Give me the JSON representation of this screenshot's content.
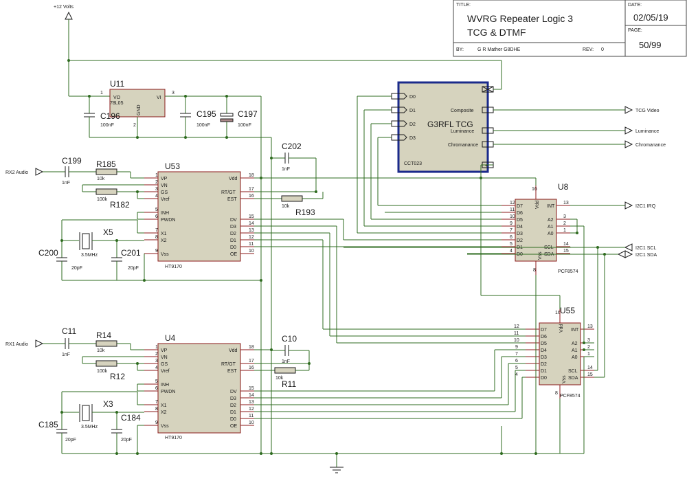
{
  "title_block": {
    "title_caption": "TITLE:",
    "title_line1": "WVRG Repeater Logic 3",
    "title_line2": "TCG & DTMF",
    "by_caption": "BY:",
    "author": "G R Mather G8DHE",
    "rev_caption": "REV:",
    "rev": "0",
    "date_caption": "DATE:",
    "date": "02/05/19",
    "page_caption": "PAGE:",
    "page": "50/99"
  },
  "power": {
    "supply_label": "+12 Volts"
  },
  "regulator": {
    "ref": "U11",
    "part": "78L05",
    "pin_vo": "VO",
    "pin_vi": "VI",
    "pin_gnd": "GND",
    "pin1": "1",
    "pin2": "2",
    "pin3": "3"
  },
  "capacitors": {
    "c196": {
      "ref": "C196",
      "value": "100nF"
    },
    "c195": {
      "ref": "C195",
      "value": "100nF"
    },
    "c197": {
      "ref": "C197",
      "value": "100nF"
    },
    "c199": {
      "ref": "C199",
      "value": "1nF"
    },
    "c202": {
      "ref": "C202",
      "value": "1nF"
    },
    "c200": {
      "ref": "C200",
      "value": "20pF"
    },
    "c201": {
      "ref": "C201",
      "value": "20pF"
    },
    "c11": {
      "ref": "C11",
      "value": "1nF"
    },
    "c10": {
      "ref": "C10",
      "value": "1nF"
    },
    "c185": {
      "ref": "C185",
      "value": "20pF"
    },
    "c184": {
      "ref": "C184",
      "value": "20pF"
    }
  },
  "resistors": {
    "r185": {
      "ref": "R185",
      "value": "10k"
    },
    "r182": {
      "ref": "R182",
      "value": "100k"
    },
    "r193": {
      "ref": "R193",
      "value": "10k"
    },
    "r14": {
      "ref": "R14",
      "value": "10k"
    },
    "r12": {
      "ref": "R12",
      "value": "100k"
    },
    "r11": {
      "ref": "R11",
      "value": "10k"
    }
  },
  "crystals": {
    "x5": {
      "ref": "X5",
      "value": "3.5MHz"
    },
    "x3": {
      "ref": "X3",
      "value": "3.5MHz"
    }
  },
  "ht9170_pins_left": [
    {
      "num": "1",
      "name": "VP"
    },
    {
      "num": "2",
      "name": "VN"
    },
    {
      "num": "3",
      "name": "GS"
    },
    {
      "num": "4",
      "name": "Vref"
    },
    {
      "num": "5",
      "name": "INH"
    },
    {
      "num": "6",
      "name": "PWDN"
    },
    {
      "num": "7",
      "name": "X1"
    },
    {
      "num": "8",
      "name": "X2"
    },
    {
      "num": "9",
      "name": "Vss"
    }
  ],
  "ht9170_pins_right": [
    {
      "num": "18",
      "name": "Vdd"
    },
    {
      "num": "17",
      "name": "RT/GT"
    },
    {
      "num": "16",
      "name": "EST"
    },
    {
      "num": "15",
      "name": "DV"
    },
    {
      "num": "14",
      "name": "D3"
    },
    {
      "num": "13",
      "name": "D2"
    },
    {
      "num": "12",
      "name": "D1"
    },
    {
      "num": "11",
      "name": "D0"
    },
    {
      "num": "10",
      "name": "OE"
    }
  ],
  "decoder_top": {
    "ref": "U53",
    "part": "HT9170"
  },
  "decoder_bottom": {
    "ref": "U4",
    "part": "HT9170"
  },
  "tcg": {
    "name": "G3RFL TCG",
    "part": "CCT023",
    "inputs": [
      "D0",
      "D1",
      "D2",
      "D3"
    ],
    "outputs": [
      "Composite",
      "Luminance",
      "Chromanance"
    ]
  },
  "pcf_pins_left": [
    {
      "num": "12",
      "name": "D7"
    },
    {
      "num": "11",
      "name": "D6"
    },
    {
      "num": "10",
      "name": "D5"
    },
    {
      "num": "9",
      "name": "D4"
    },
    {
      "num": "7",
      "name": "D3"
    },
    {
      "num": "6",
      "name": "D2"
    },
    {
      "num": "5",
      "name": "D1"
    },
    {
      "num": "4",
      "name": "D0"
    }
  ],
  "pcf_pins_right": [
    {
      "num": "13",
      "name": "INT"
    },
    {
      "num": "3",
      "name": "A2"
    },
    {
      "num": "2",
      "name": "A1"
    },
    {
      "num": "1",
      "name": "A0"
    },
    {
      "num": "14",
      "name": "SCL"
    },
    {
      "num": "15",
      "name": "SDA"
    }
  ],
  "pcf_power": {
    "vdd": "Vdd",
    "vss": "Vss",
    "vdd_pin": "16",
    "vss_pin": "8"
  },
  "expander_top": {
    "ref": "U8",
    "part": "PCF8574"
  },
  "expander_bottom": {
    "ref": "U55",
    "part": "PCF8574"
  },
  "nets": {
    "rx2": "RX2 Audio",
    "rx1": "RX1 Audio",
    "tcg_video": "TCG Video",
    "luminance": "Luminance",
    "chromanance": "Chromanance",
    "i2c_irq": "I2C1 IRQ",
    "i2c_scl": "I2C1 SCL",
    "i2c_sda": "I2C1 SDA"
  }
}
